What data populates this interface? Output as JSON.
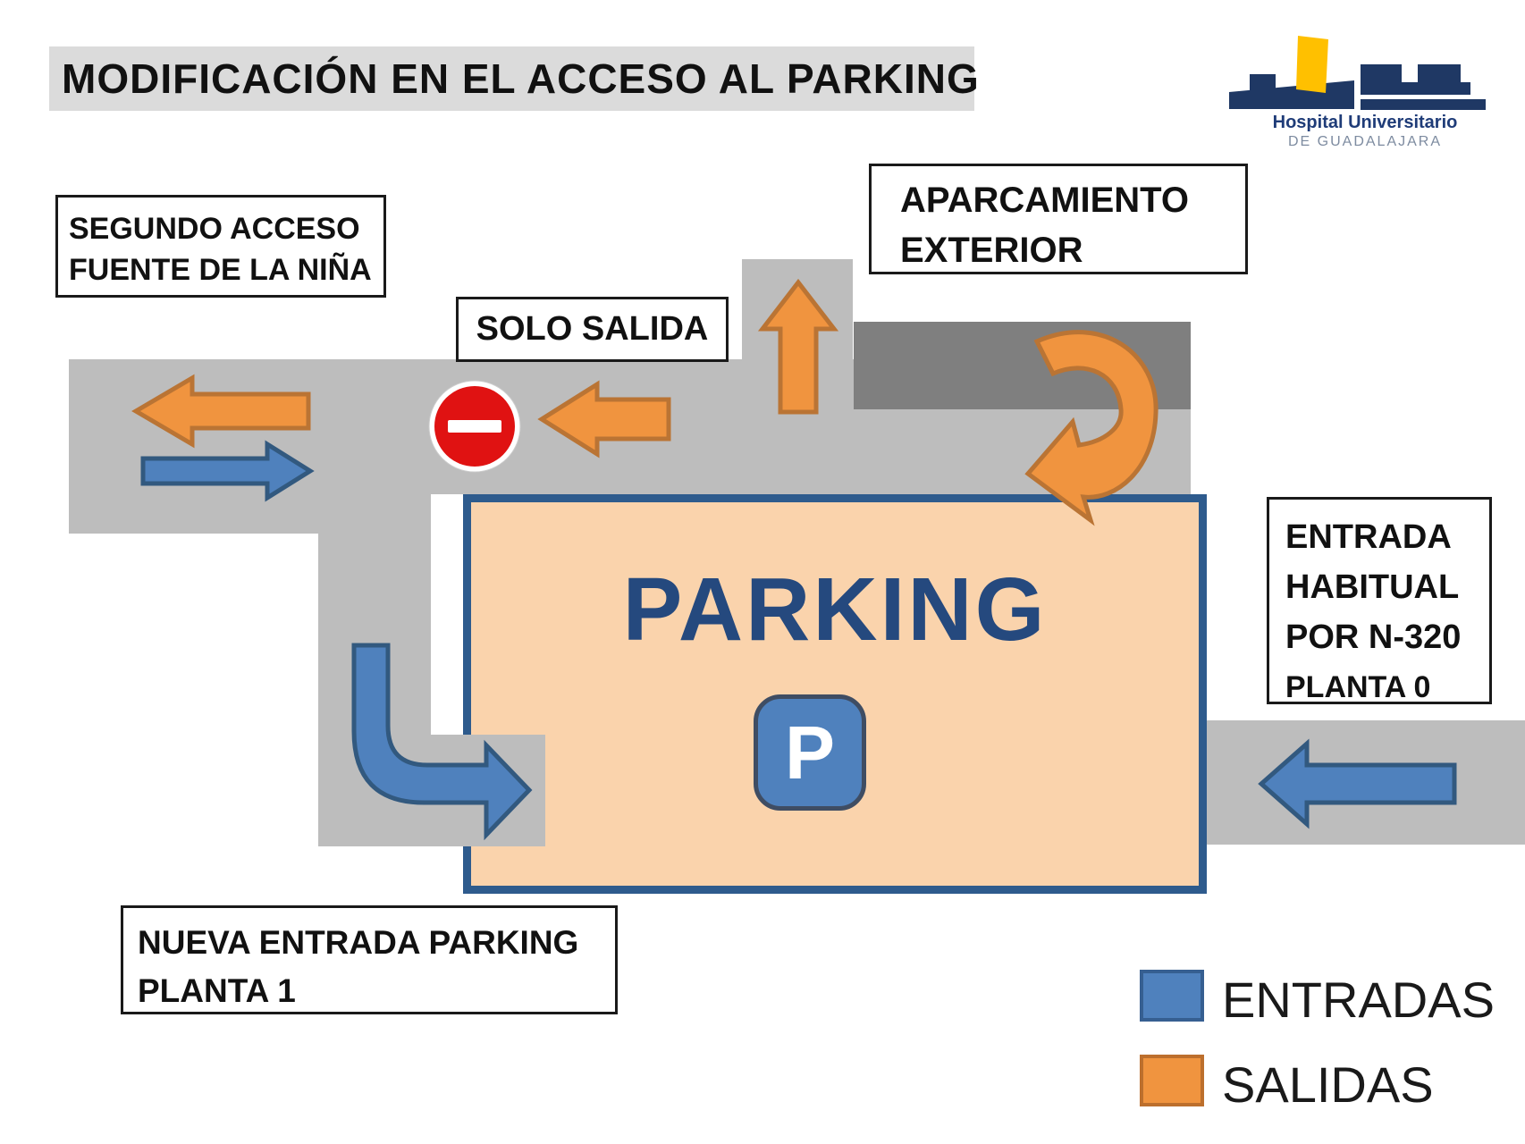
{
  "title": "MODIFICACIÓN EN EL ACCESO AL PARKING",
  "logo": {
    "name": "Hospital Universitario",
    "subname": "DE GUADALAJARA"
  },
  "labels": {
    "segundo_line1": "SEGUNDO ACCESO",
    "segundo_line2": "FUENTE DE LA NIÑA",
    "solo_salida": "SOLO SALIDA",
    "aparcamiento_line1": "APARCAMIENTO",
    "aparcamiento_line2": "EXTERIOR",
    "entrada_line1": "ENTRADA",
    "entrada_line2": "HABITUAL",
    "entrada_line3": "POR N-320",
    "entrada_line4": "PLANTA 0",
    "nueva_line1": "NUEVA ENTRADA PARKING",
    "nueva_line2": "PLANTA 1"
  },
  "parking": {
    "label": "PARKING",
    "p_icon": "P"
  },
  "legend": {
    "entries": [
      {
        "label": "ENTRADAS",
        "color": "#4F81BD",
        "meaning": "entry arrows"
      },
      {
        "label": "SALIDAS",
        "color": "#F0943F",
        "meaning": "exit arrows"
      }
    ]
  },
  "colors": {
    "road_light": "#BDBDBD",
    "road_dark": "#7F7F7F",
    "title_bar": "#DBDBDB",
    "parking_fill": "#FAD3AC",
    "parking_border": "#2E5B8D",
    "parking_text": "#25497E",
    "entry_blue": "#4F81BD",
    "exit_orange": "#F0943F",
    "no_entry_red": "#E01212",
    "logo_blue": "#1F3864",
    "logo_yellow": "#FFC000"
  }
}
